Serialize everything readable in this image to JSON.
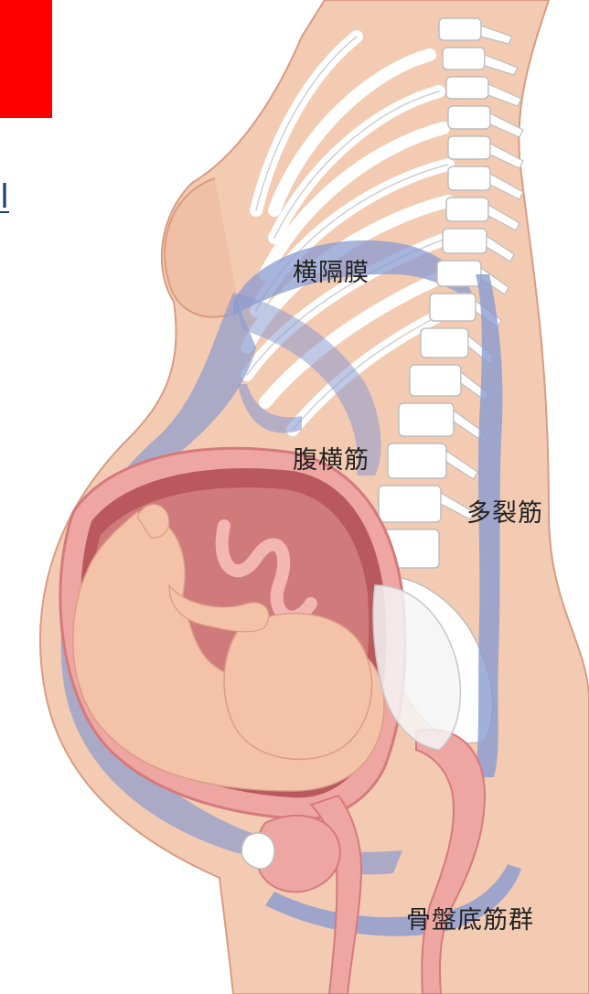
{
  "colors": {
    "red_block": "#ff0000",
    "link": "#1f3f7a",
    "skin": "#f3cbb2",
    "skin_dark": "#e8b59a",
    "muscle_blue": "#7e8fc6",
    "bone": "#ffffff",
    "uterus": "#e89a9a",
    "uterus_inner": "#b65a5e",
    "fetus": "#f2bfa7"
  },
  "link_fragment": "l",
  "labels": {
    "diaphragm": "横隔膜",
    "transversus_abdominis": "腹横筋",
    "multifidus": "多裂筋",
    "pelvic_floor": "骨盤底筋群"
  }
}
